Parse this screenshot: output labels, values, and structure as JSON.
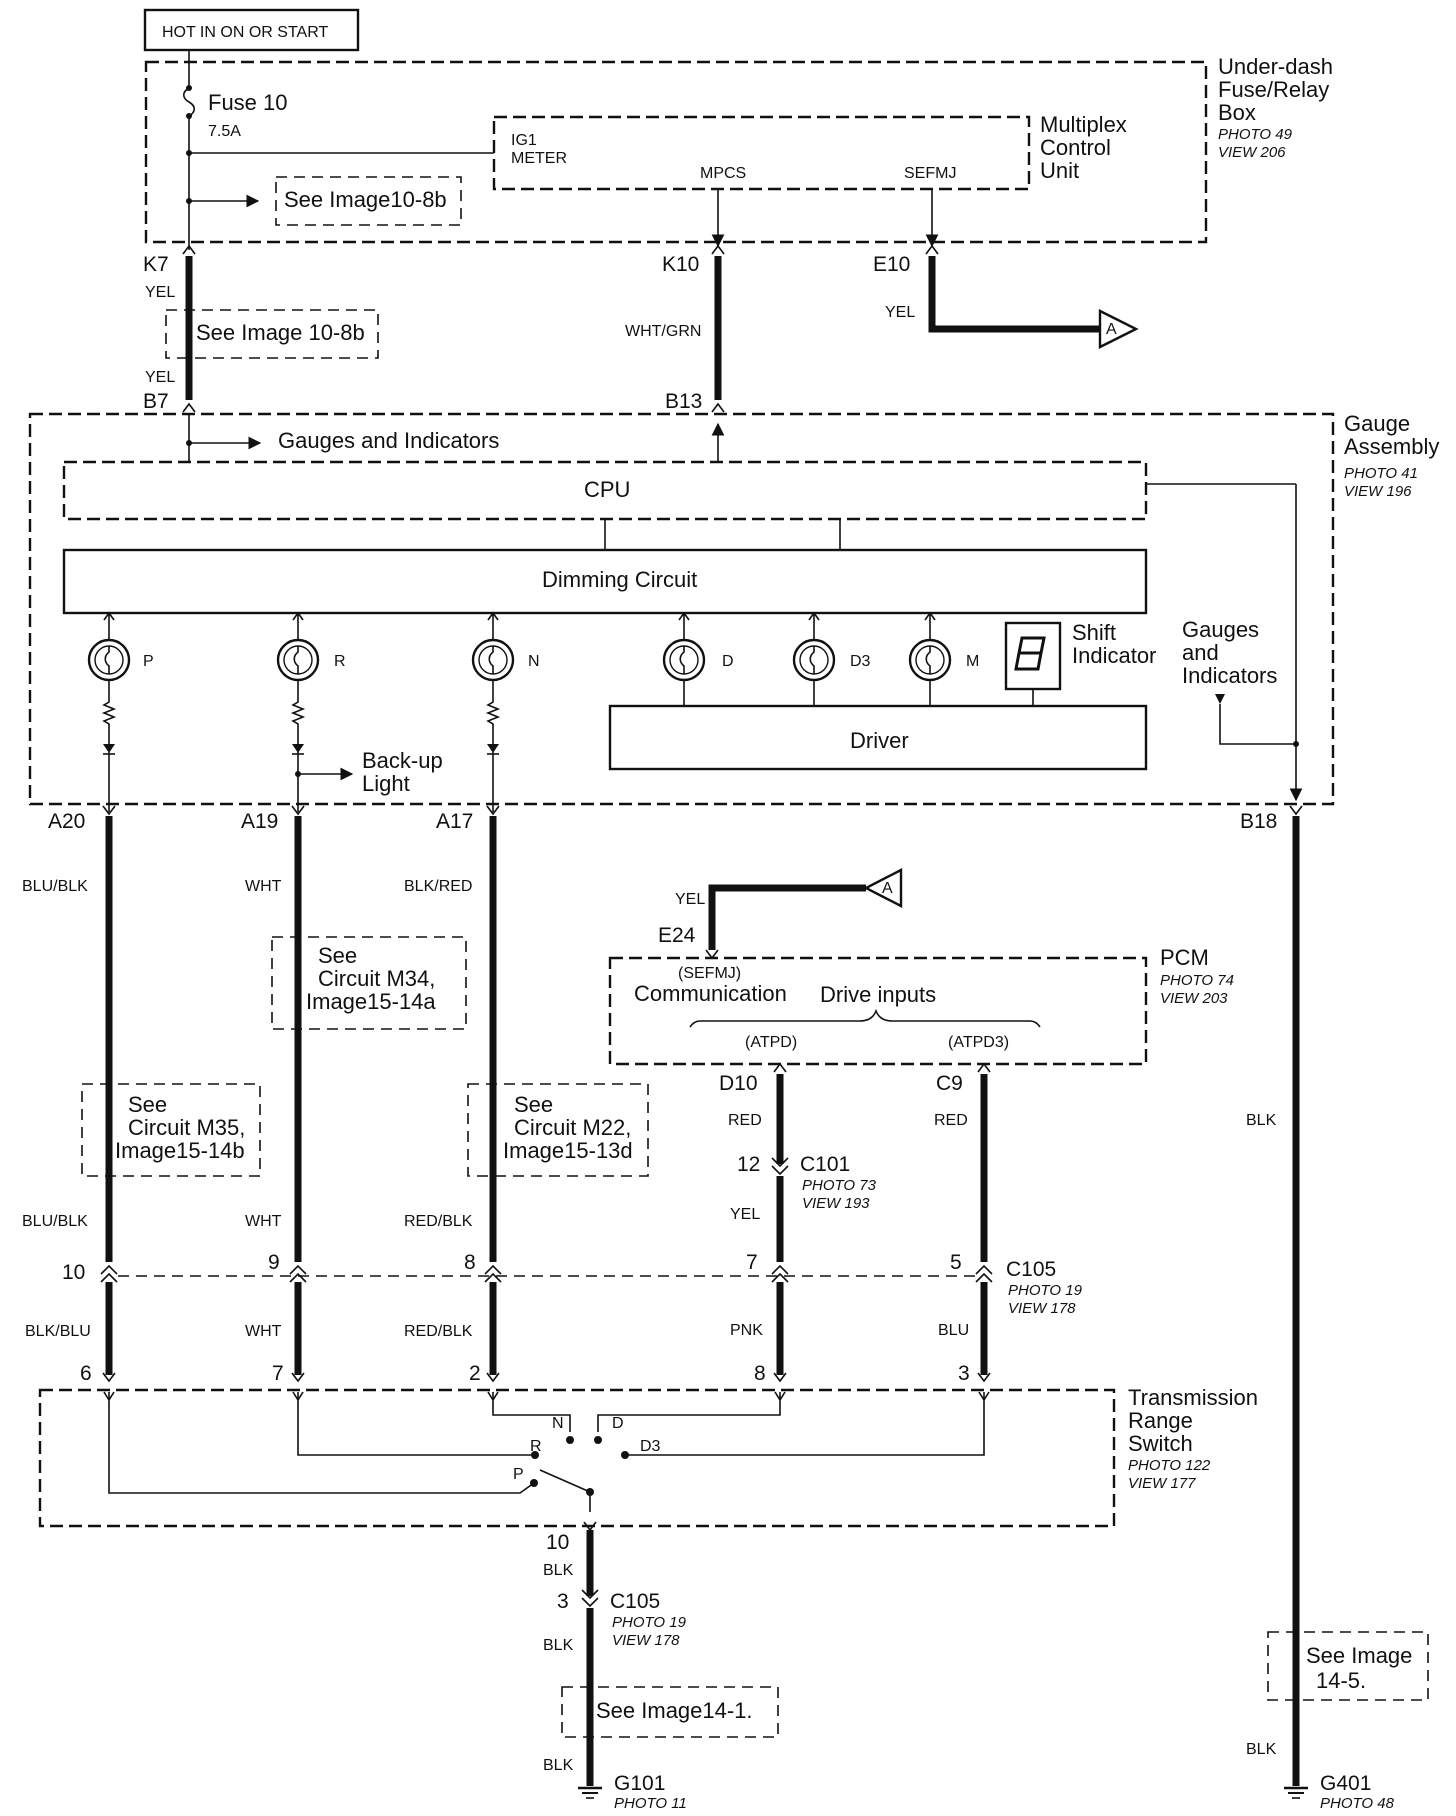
{
  "power": {
    "hot_label": "HOT IN ON OR START"
  },
  "fuse_box": {
    "title1": "Under-dash",
    "title2": "Fuse/Relay",
    "title3": "Box",
    "photo": "PHOTO 49",
    "view": "VIEW 206",
    "fuse_name": "Fuse 10",
    "fuse_rating": "7.5A",
    "see_ref": "See Image10-8b"
  },
  "mcu": {
    "title1": "Multiplex",
    "title2": "Control",
    "title3": "Unit",
    "ig1": "IG1",
    "meter": "METER",
    "mpcs": "MPCS",
    "sefmj": "SEFMJ"
  },
  "upper_wires": {
    "k7": "K7",
    "k7_color": "YEL",
    "see_ref": "See Image 10-8b",
    "b7_color": "YEL",
    "b7": "B7",
    "k10": "K10",
    "k10_color": "WHT/GRN",
    "b13": "B13",
    "e10": "E10",
    "e10_color": "YEL",
    "offpage_a": "A"
  },
  "gauge": {
    "title1": "Gauge",
    "title2": "Assembly",
    "photo": "PHOTO 41",
    "view": "VIEW 196",
    "gauges_label": "Gauges and Indicators",
    "cpu": "CPU",
    "dimming": "Dimming Circuit",
    "driver": "Driver",
    "shift1": "Shift",
    "shift2": "Indicator",
    "gi1": "Gauges",
    "gi2": "and",
    "gi3": "Indicators",
    "bulb_p": "P",
    "bulb_r": "R",
    "bulb_n": "N",
    "bulb_d": "D",
    "bulb_d3": "D3",
    "bulb_m": "M",
    "backup1": "Back-up",
    "backup2": "Light"
  },
  "lower_wires": {
    "a20": "A20",
    "a19": "A19",
    "a17": "A17",
    "b18": "B18",
    "blu_blk": "BLU/BLK",
    "wht": "WHT",
    "blk_red": "BLK/RED",
    "blu_blk2": "BLU/BLK",
    "wht2": "WHT",
    "red_blk": "RED/BLK",
    "blk_blu": "BLK/BLU",
    "wht3": "WHT",
    "red_blk2": "RED/BLK",
    "blk": "BLK",
    "blk2": "BLK",
    "m34_1": "See",
    "m34_2": "Circuit M34,",
    "m34_3": "Image15-14a",
    "m35_1": "See",
    "m35_2": "Circuit M35,",
    "m35_3": "Image15-14b",
    "m22_1": "See",
    "m22_2": "Circuit M22,",
    "m22_3": "Image15-13d",
    "see14_5a": "See Image",
    "see14_5b": "14-5.",
    "g401": "G401",
    "g401_photo": "PHOTO 48"
  },
  "pcm": {
    "title": "PCM",
    "photo": "PHOTO 74",
    "view": "VIEW 203",
    "offpage_a": "A",
    "yel": "YEL",
    "e24": "E24",
    "sefmj": "(SEFMJ)",
    "comm": "Communication",
    "drive": "Drive inputs",
    "atpd": "(ATPD)",
    "atpd3": "(ATPD3)",
    "d10": "D10",
    "c9": "C9",
    "red": "RED",
    "red2": "RED",
    "pin12": "12",
    "c101": "C101",
    "c101_photo": "PHOTO 73",
    "c101_view": "VIEW 193",
    "yel2": "YEL",
    "pnk": "PNK",
    "blu": "BLU"
  },
  "c105": {
    "name": "C105",
    "photo": "PHOTO 19",
    "view": "VIEW 178",
    "p10": "10",
    "p9": "9",
    "p8": "8",
    "p7": "7",
    "p5": "5"
  },
  "trs": {
    "title1": "Transmission",
    "title2": "Range",
    "title3": "Switch",
    "photo": "PHOTO 122",
    "view": "VIEW 177",
    "p6": "6",
    "p7": "7",
    "p2": "2",
    "p8": "8",
    "p3": "3",
    "sw_n": "N",
    "sw_d": "D",
    "sw_r": "R",
    "sw_d3": "D3",
    "sw_p": "P"
  },
  "ground": {
    "p10": "10",
    "blk": "BLK",
    "p3": "3",
    "c105": "C105",
    "photo": "PHOTO 19",
    "view": "VIEW 178",
    "blk2": "BLK",
    "see_ref": "See Image14-1.",
    "blk3": "BLK",
    "g101": "G101",
    "g101_photo": "PHOTO 11"
  }
}
